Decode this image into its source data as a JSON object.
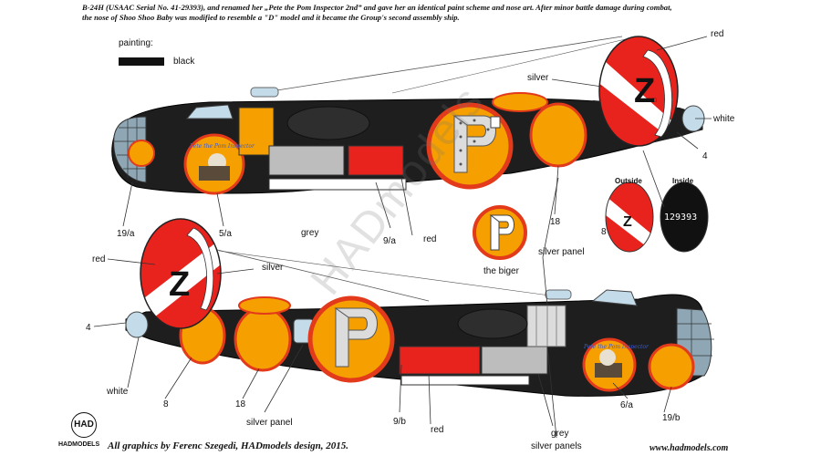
{
  "header": {
    "line1": "B-24H (USAAC Serial No. 41-29393), and renamed her „Pete the Pom Inspector 2nd” and gave her an identical paint scheme and nose art. After minor battle damage during combat,",
    "line2": "the nose of Shoo Shoo Baby was modified to resemble a \"D\" model and it became the Group's second assembly ship."
  },
  "legend": {
    "title": "painting:",
    "swatch_label": "black",
    "swatch_color": "#111111"
  },
  "colors": {
    "black": "#1e1e1e",
    "red": "#e8231d",
    "orange": "#f5a000",
    "orange_ring": "#e23a1a",
    "grey": "#bdbdbd",
    "glass": "#c4dcea",
    "white": "#ffffff",
    "silver": "#dcdcdc"
  },
  "tail_markings": {
    "letter": "Z",
    "outside_title": "Outside",
    "inside_title": "Inside",
    "serial": "129393",
    "group_letter": "P"
  },
  "top_view_labels": {
    "red_tail": "red",
    "silver": "silver",
    "white": "white",
    "num4": "4",
    "num18": "18",
    "num8": "8",
    "num19a": "19/a",
    "num5a": "5/a",
    "grey": "grey",
    "num9a": "9/a",
    "red_panel": "red",
    "bigger": "the biger",
    "silver_panel": "silver panel"
  },
  "bottom_view_labels": {
    "red_tail": "red",
    "silver": "silver",
    "num4": "4",
    "white": "white",
    "num8": "8",
    "num18": "18",
    "silver_panel": "silver panel",
    "num9b": "9/b",
    "red_panel": "red",
    "grey": "grey",
    "silver_panels": "silver panels",
    "num6a": "6/a",
    "num19b": "19/b"
  },
  "nose_art_text": "Pete the Pom Inspector",
  "watermark": "HADmodels",
  "logo": {
    "mark": "HAD",
    "name": "HADMODELS"
  },
  "footer": {
    "credit": "All graphics by Ferenc Szegedi, HADmodels design, 2015.",
    "url": "www.hadmodels.com"
  }
}
